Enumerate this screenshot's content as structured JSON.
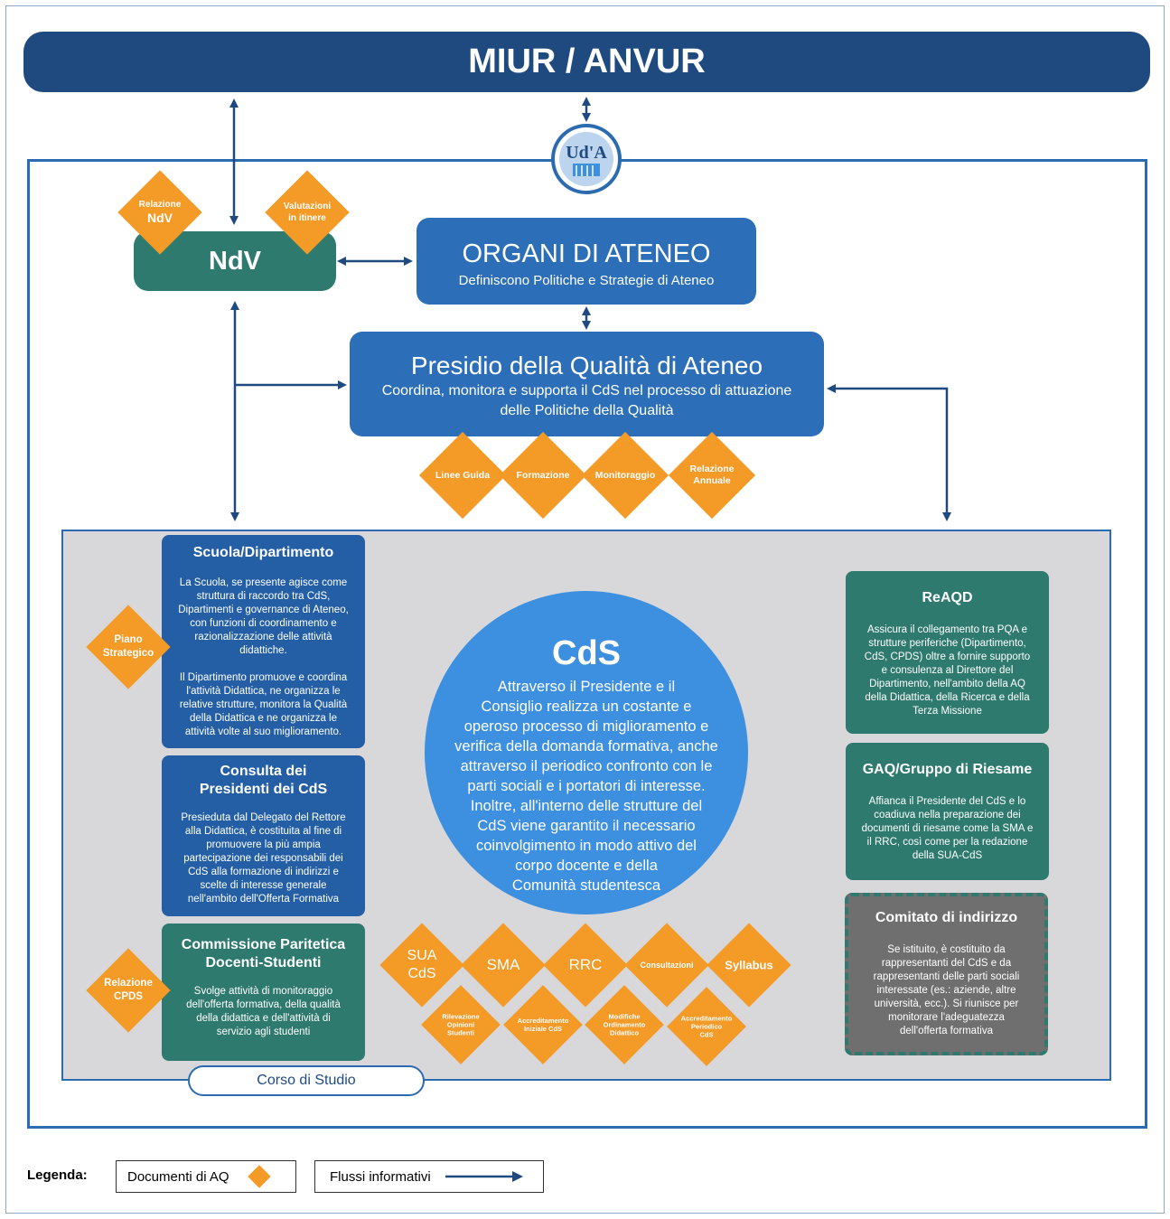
{
  "top": {
    "title": "MIUR / ANVUR"
  },
  "logo": {
    "text": "Ud'A"
  },
  "ndv": {
    "title": "NdV"
  },
  "organi": {
    "title": "ORGANI DI ATENEO",
    "subtitle": "Definiscono Politiche e Strategie di Ateneo"
  },
  "presidio": {
    "title": "Presidio della Qualità di Ateneo",
    "subtitle_1": "Coordina, monitora e supporta il CdS nel processo di attuazione",
    "subtitle_2": "delle Politiche della Qualità"
  },
  "ndv_docs": [
    {
      "l1": "Relazione",
      "l2": "NdV"
    },
    {
      "l1": "Valutazioni",
      "l2": "in itinere"
    }
  ],
  "pqa_docs": [
    {
      "l1": "Linee Guida",
      "l2": ""
    },
    {
      "l1": "Formazione",
      "l2": ""
    },
    {
      "l1": "Monitoraggio",
      "l2": ""
    },
    {
      "l1": "Relazione",
      "l2": "Annuale"
    }
  ],
  "scuola": {
    "title": "Scuola/Dipartimento",
    "p1": [
      "La Scuola, se presente agisce come",
      "struttura di raccordo tra CdS,",
      "Dipartimenti e governance di Ateneo,",
      "con funzioni di coordinamento e",
      "razionalizzazione delle attività",
      "didattiche."
    ],
    "p2": [
      "Il Dipartimento promuove e coordina",
      "l'attività Didattica, ne organizza le",
      "relative strutture, monitora la Qualità",
      "della Didattica e ne organizza le",
      "attività volte al suo miglioramento."
    ]
  },
  "piano": {
    "l1": "Piano",
    "l2": "Strategico"
  },
  "consulta": {
    "title_1": "Consulta dei",
    "title_2": "Presidenti dei CdS",
    "body": [
      "Presieduta dal Delegato del Rettore",
      "alla Didattica, è costituita al fine di",
      "promuovere la più ampia",
      "partecipazione dei responsabili dei",
      "CdS alla formazione di indirizzi e",
      "scelte di interesse generale",
      "nell'ambito dell'Offerta Formativa"
    ]
  },
  "commissione": {
    "title_1": "Commissione Paritetica",
    "title_2": "Docenti-Studenti",
    "body": [
      "Svolge attività di monitoraggio",
      "dell'offerta formativa, della qualità",
      "della didattica e dell'attività di",
      "servizio agli studenti"
    ]
  },
  "cpds_doc": {
    "l1": "Relazione",
    "l2": "CPDS"
  },
  "cds": {
    "title": "CdS",
    "body": [
      "Attraverso il Presidente e il",
      "Consiglio realizza un costante e",
      "operoso processo di miglioramento e",
      "verifica della domanda formativa, anche",
      "attraverso il periodico confronto con le",
      "parti sociali e i portatori di interesse.",
      "Inoltre, all'interno delle strutture del",
      "CdS viene garantito il necessario",
      "coinvolgimento in modo attivo del",
      "corpo docente e della",
      "Comunità studentesca"
    ]
  },
  "reaqd": {
    "title": "ReAQD",
    "body": [
      "Assicura il collegamento tra PQA e",
      "strutture periferiche (Dipartimento,",
      "CdS, CPDS) oltre a fornire supporto",
      "e consulenza al Direttore del",
      "Dipartimento, nell'ambito della AQ",
      "della Didattica, della Ricerca e della",
      "Terza Missione"
    ]
  },
  "gaq": {
    "title": "GAQ/Gruppo di Riesame",
    "body": [
      "Affianca il Presidente del CdS e lo",
      "coadiuva nella preparazione dei",
      "documenti di riesame come la SMA e",
      "il RRC, così come per la redazione",
      "della SUA-CdS"
    ]
  },
  "comitato": {
    "title": "Comitato di indirizzo",
    "body": [
      "Se istituito, è costituito da",
      "rappresentanti del CdS e da",
      "rappresentanti delle parti sociali",
      "interessate (es.: aziende, altre",
      "università, ecc.). Si riunisce per",
      "monitorare l'adeguatezza",
      "dell'offerta formativa"
    ]
  },
  "cds_docs_top": [
    {
      "l1": "SUA",
      "l2": "CdS"
    },
    {
      "l1": "SMA",
      "l2": ""
    },
    {
      "l1": "RRC",
      "l2": ""
    },
    {
      "l1": "Consultazioni",
      "l2": ""
    },
    {
      "l1": "Syllabus",
      "l2": ""
    }
  ],
  "cds_docs_bottom": [
    {
      "l1": "Rilevazione",
      "l2": "Opinioni",
      "l3": "Studenti"
    },
    {
      "l1": "Accreditamento",
      "l2": "Iniziale CdS",
      "l3": ""
    },
    {
      "l1": "Modifiche",
      "l2": "Ordinamento",
      "l3": "Didattico"
    },
    {
      "l1": "Accreditamento",
      "l2": "Periodico",
      "l3": "CdS"
    }
  ],
  "corso": {
    "label": "Corso di Studio"
  },
  "legend": {
    "title": "Legenda:",
    "docs": "Documenti di AQ",
    "flows": "Flussi informativi"
  },
  "colors": {
    "navy": "#1e4a80",
    "blue": "#2c6fb8",
    "green": "#2e7a6e",
    "orange": "#f39a27",
    "circle": "#3d8fe0"
  }
}
